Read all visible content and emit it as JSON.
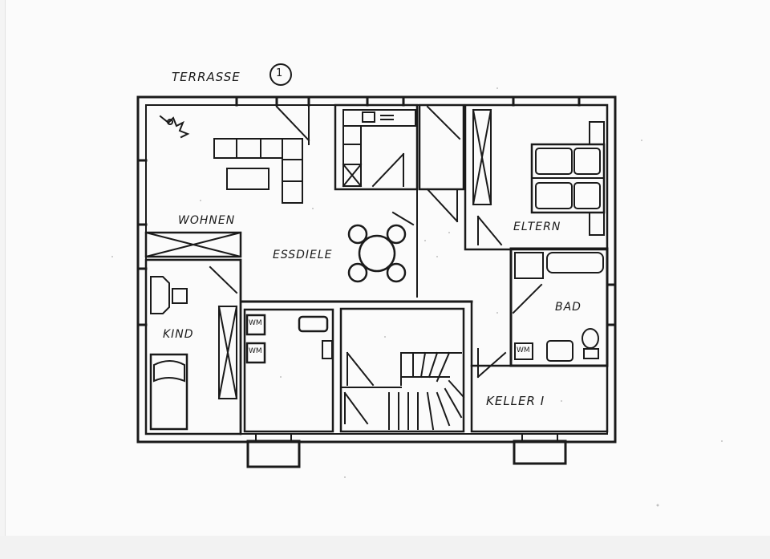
{
  "plan": {
    "title": "TERRASSE",
    "title_marker": "1",
    "ink_color": "#1a1a1a",
    "paper_color": "#fbfbfb",
    "rooms": [
      {
        "id": "wohnen",
        "label": "WOHNEN"
      },
      {
        "id": "essdiele",
        "label": "ESSDIELE"
      },
      {
        "id": "eltern",
        "label": "ELTERN"
      },
      {
        "id": "bad",
        "label": "BAD"
      },
      {
        "id": "kind",
        "label": "KIND"
      },
      {
        "id": "keller",
        "label": "KELLER I"
      }
    ],
    "appliance_labels": {
      "washer_1": "WM",
      "washer_2": "WM",
      "bath_heater": "WM"
    }
  }
}
